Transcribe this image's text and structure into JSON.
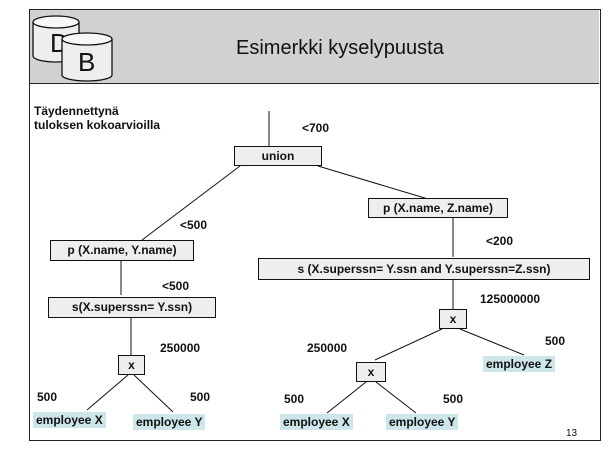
{
  "title": "Esimerkki kyselypuusta",
  "logo": {
    "letters": [
      "D",
      "B"
    ]
  },
  "note": [
    "Täydennettynä",
    "tuloksen kokoarvioilla"
  ],
  "tree": {
    "nodes": {
      "union": "union",
      "left_proj": "p (X.name, Y.name)",
      "left_sel": "s(X.superssn= Y.ssn)",
      "left_x": "x",
      "left_emp_x": "employee X",
      "left_emp_y": "employee Y",
      "right_proj": "p (X.name, Z.name)",
      "right_sel": "s (X.superssn= Y.ssn and Y.superssn=Z.ssn)",
      "right_x_top": "x",
      "right_x_bottom": "x",
      "right_emp_x": "employee X",
      "right_emp_y": "employee Y",
      "right_emp_z": "employee Z"
    },
    "estimates": {
      "root": "<700",
      "left_proj": "<500",
      "left_sel": "<500",
      "left_x": "250000",
      "left_emp_x": "500",
      "left_emp_y": "500",
      "right_proj": "<200",
      "right_x_top": "125000000",
      "right_x_bottom": "250000",
      "right_emp_z": "500",
      "right_emp_x": "500",
      "right_emp_y": "500"
    }
  },
  "page_number": "13"
}
